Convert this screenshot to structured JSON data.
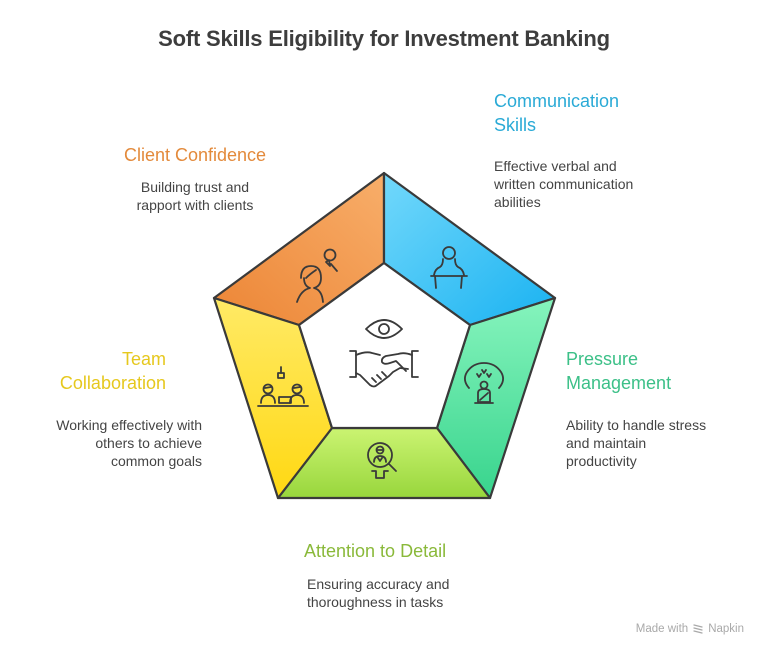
{
  "title": "Soft Skills Eligibility for Investment Banking",
  "segments": [
    {
      "id": "client-confidence",
      "label": "Client Confidence",
      "description_lines": [
        "Building trust and",
        "rapport with clients"
      ],
      "color": "#E38A3B",
      "fill_gradient": [
        "#F7A860",
        "#EE8A3C"
      ],
      "icon": "people-interaction-icon"
    },
    {
      "id": "communication-skills",
      "label_lines": [
        "Communication",
        "Skills"
      ],
      "description_lines": [
        "Effective verbal and",
        "written communication",
        "abilities"
      ],
      "color": "#2AAAD6",
      "fill_gradient": [
        "#6FD6FA",
        "#1EB5F2"
      ],
      "icon": "speaker-podium-icon"
    },
    {
      "id": "pressure-management",
      "label_lines": [
        "Pressure",
        "Management"
      ],
      "description_lines": [
        "Ability to handle stress",
        "and maintain",
        "productivity"
      ],
      "color": "#3CC088",
      "fill_gradient": [
        "#7EF1B9",
        "#3CD690"
      ],
      "icon": "meditating-person-icon"
    },
    {
      "id": "attention-to-detail",
      "label": "Attention to Detail",
      "description_lines": [
        "Ensuring accuracy and",
        "thoroughness in tasks"
      ],
      "color": "#8AB93A",
      "fill_gradient": [
        "#C8F270",
        "#9BD93E"
      ],
      "icon": "person-magnifier-icon"
    },
    {
      "id": "team-collaboration",
      "label_lines": [
        "Team",
        "Collaboration"
      ],
      "description_lines": [
        "Working effectively with",
        "others to achieve",
        "common goals"
      ],
      "color": "#E6C81E",
      "fill_gradient": [
        "#FFE85A",
        "#FFD91A"
      ],
      "icon": "team-desk-icon"
    }
  ],
  "center": {
    "icon": "eye-handshake-icon"
  },
  "footer": {
    "made_with": "Made with",
    "brand": "Napkin"
  }
}
